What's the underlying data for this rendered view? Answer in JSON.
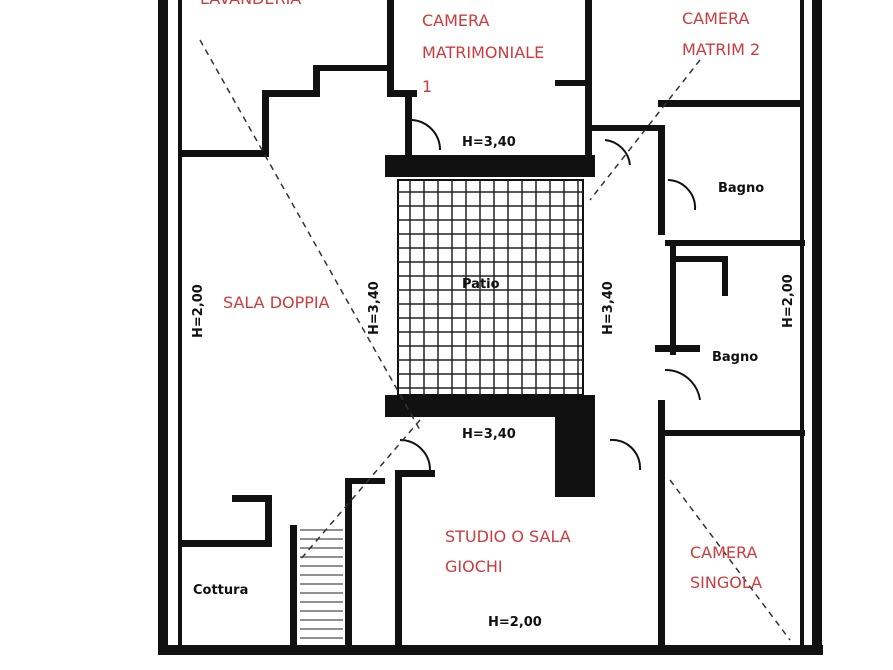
{
  "rooms": {
    "top_left": "LAVANDERIA",
    "camera_matrimoniale_1": [
      "CAMERA",
      "MATRIMONIALE",
      "1"
    ],
    "camera_matrim_2": [
      "CAMERA",
      "MATRIM 2"
    ],
    "sala_doppia": "SALA DOPPIA",
    "patio": "Patio",
    "bagno_1": "Bagno",
    "bagno_2": "Bagno",
    "studio": [
      "STUDIO O SALA",
      "GIOCHI"
    ],
    "camera_singola": [
      "CAMERA",
      "SINGOLA"
    ],
    "cottura": "Cottura"
  },
  "heights": {
    "patio_top": "H=3,40",
    "patio_bottom": "H=3,40",
    "patio_left": "H=3,40",
    "patio_right": "H=3,40",
    "sala_left": "H=2,00",
    "bagno_right": "H=2,00",
    "studio_bottom": "H=2,00"
  },
  "colors": {
    "room_label": "#cc3b3e",
    "walls": "#111111"
  }
}
